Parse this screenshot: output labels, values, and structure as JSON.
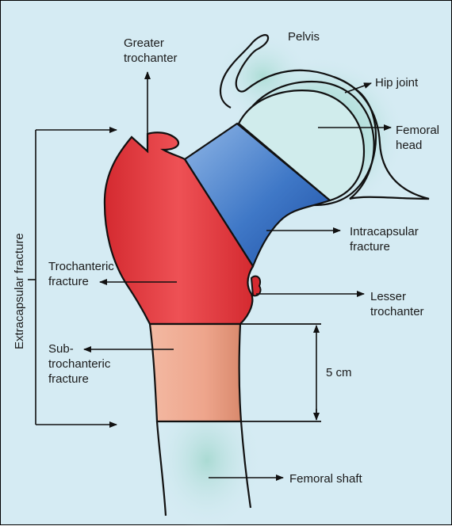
{
  "labels": {
    "pelvis": "Pelvis",
    "greater_trochanter": [
      "Greater",
      "trochanter"
    ],
    "hip_joint": "Hip joint",
    "femoral_head": [
      "Femoral",
      "head"
    ],
    "intracapsular_fracture": [
      "Intracapsular",
      "fracture"
    ],
    "trochanteric_fracture": [
      "Trochanteric",
      "fracture"
    ],
    "lesser_trochanter": [
      "Lesser",
      "trochanter"
    ],
    "subtrochanteric_fracture": [
      "Sub-",
      "trochanteric",
      "fracture"
    ],
    "distance": "5 cm",
    "femoral_shaft": "Femoral shaft",
    "extracapsular_fracture": "Extracapsular fracture"
  },
  "colors": {
    "background": "#d5ebf3",
    "trochanteric_region": "#e0383d",
    "intracapsular_region": "#3f78c7",
    "subtrochanteric_region": "#eea891",
    "femoral_head_glow": "#8fd0c4"
  }
}
